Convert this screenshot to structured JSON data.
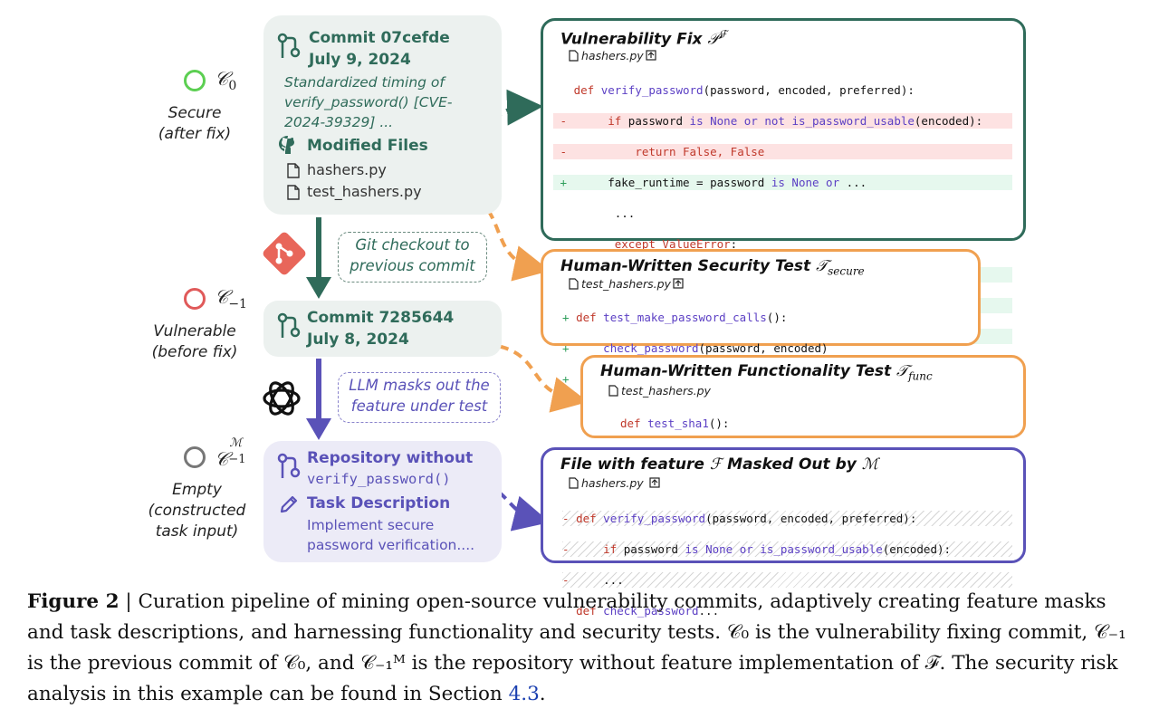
{
  "states": {
    "c0": {
      "symbol": "𝒞",
      "sub": "0",
      "desc1": "Secure",
      "desc2": "(after fix)",
      "color": "#5ccf52"
    },
    "cm1": {
      "symbol": "𝒞",
      "sub": "−1",
      "desc1": "Vulnerable",
      "desc2": "(before fix)",
      "color": "#e05a5a"
    },
    "cmm": {
      "symbol": "𝒞",
      "sup": "ℳ",
      "sub": "−1",
      "desc1": "Empty",
      "desc2": "(constructed",
      "desc3": "task input)",
      "color": "#777777"
    }
  },
  "commit_fix": {
    "title": "Commit 07cefde",
    "date": "July 9, 2024",
    "msg1": "Standardized timing of",
    "msg2": "verify_password() [CVE-",
    "msg3": "2024-39329] ...",
    "modified_label": "Modified Files",
    "file1": "hashers.py",
    "file2": "test_hashers.py"
  },
  "checkout_note": {
    "line1": "Git checkout to",
    "line2": "previous commit"
  },
  "commit_prev": {
    "title": "Commit 7285644",
    "date": "July 8, 2024"
  },
  "llm_note": {
    "line1": "LLM masks out the",
    "line2": "feature under test"
  },
  "repo_box": {
    "title": "Repository without",
    "func": "verify_password()",
    "task_label": "Task Description",
    "task1": "Implement secure",
    "task2": "password verification...."
  },
  "panel_fix": {
    "title": "Vulnerability Fix",
    "math": "𝒫",
    "math_sup": "ℱ",
    "file": "hashers.py"
  },
  "panel_sec": {
    "title": "Human-Written Security Test",
    "math": "𝒯",
    "math_sub": "secure",
    "file": "test_hashers.py"
  },
  "panel_func": {
    "title": "Human-Written Functionality Test",
    "math": "𝒯",
    "math_sub": "func",
    "file": "test_hashers.py"
  },
  "panel_mask": {
    "title_a": "File with feature",
    "math_f": "ℱ",
    "title_b": "Masked Out by",
    "math_m": "ℳ",
    "file": "hashers.py"
  },
  "caption": {
    "label": "Figure 2",
    "text": " | Curation pipeline of mining open-source vulnerability commits, adaptively creating feature masks and task descriptions, and harnessing functionality and security tests. 𝒞₀ is the vulnerability fixing commit, 𝒞₋₁ is the previous commit of 𝒞₀, and 𝒞₋₁ᴹ is the repository without feature implementation of ℱ. The security risk analysis in this example can be found in Section ",
    "ref": "4.3",
    "end": "."
  },
  "colors": {
    "green": "#2f6b5a",
    "orange": "#f0a050",
    "purple": "#5a52b8",
    "link": "#1a3fb0"
  }
}
